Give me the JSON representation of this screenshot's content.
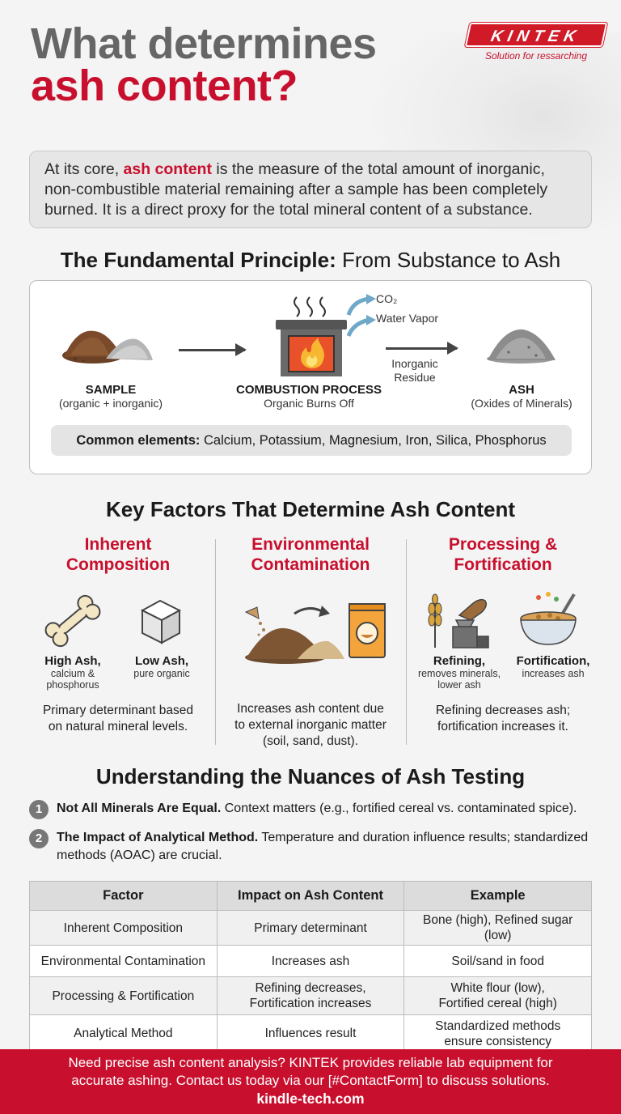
{
  "header": {
    "title_line1": "What determines",
    "title_line2": "ash content?",
    "logo_text": "KINTEK",
    "logo_tagline": "Solution for ressarching"
  },
  "intro": {
    "before": "At its core, ",
    "highlight": "ash content",
    "after": " is the measure of the total amount of inorganic, non-combustible material remaining after a sample has been completely burned. It is a direct proxy for the total mineral content of a substance."
  },
  "principle": {
    "heading_bold": "The Fundamental Principle:",
    "heading_light": " From Substance to Ash",
    "sample_title": "SAMPLE",
    "sample_sub": "(organic + inorganic)",
    "combustion_title": "COMBUSTION PROCESS",
    "combustion_sub": "Organic Burns Off",
    "co2_label": "CO₂",
    "vapor_label": "Water Vapor",
    "residue_label_1": "Inorganic",
    "residue_label_2": "Residue",
    "ash_title": "ASH",
    "ash_sub": "(Oxides of Minerals)",
    "elements_label": "Common elements:",
    "elements_list": " Calcium, Potassium, Magnesium, Iron, Silica, Phosphorus"
  },
  "factors": {
    "heading": "Key Factors That Determine Ash Content",
    "inherent": {
      "title_1": "Inherent",
      "title_2": "Composition",
      "high_title": "High Ash,",
      "high_sub_1": "calcium &",
      "high_sub_2": "phosphorus",
      "low_title": "Low Ash,",
      "low_sub": "pure organic",
      "desc_1": "Primary determinant based",
      "desc_2": "on natural mineral levels."
    },
    "environmental": {
      "title_1": "Environmental",
      "title_2": "Contamination",
      "desc_1": "Increases ash content due",
      "desc_2": "to external inorganic matter",
      "desc_3": "(soil, sand, dust)."
    },
    "processing": {
      "title_1": "Processing &",
      "title_2": "Fortification",
      "refining_title": "Refining,",
      "refining_sub_1": "removes minerals,",
      "refining_sub_2": "lower ash",
      "fort_title": "Fortification,",
      "fort_sub": "increases ash",
      "desc_1": "Refining decreases ash;",
      "desc_2": "fortification increases it."
    }
  },
  "nuances": {
    "heading": "Understanding the Nuances of Ash Testing",
    "items": [
      {
        "num": "1",
        "bold": "Not All Minerals Are Equal.",
        "text": " Context matters (e.g., fortified cereal vs. contaminated spice)."
      },
      {
        "num": "2",
        "bold": "The Impact of Analytical Method.",
        "text": " Temperature and duration influence results; standardized methods (AOAC) are crucial."
      }
    ]
  },
  "table": {
    "headers": [
      "Factor",
      "Impact on Ash Content",
      "Example"
    ],
    "rows": [
      [
        "Inherent Composition",
        "Primary determinant",
        "Bone (high), Refined sugar (low)"
      ],
      [
        "Environmental Contamination",
        "Increases ash",
        "Soil/sand in food"
      ],
      [
        "Processing & Fortification",
        "Refining decreases,\nFortification increases",
        "White flour (low),\nFortified cereal (high)"
      ],
      [
        "Analytical Method",
        "Influences result",
        "Standardized methods\nensure consistency"
      ]
    ]
  },
  "footer": {
    "line1": "Need precise ash content analysis? KINTEK provides reliable lab equipment for",
    "line2": "accurate ashing. Contact us today via our [#ContactForm] to discuss solutions.",
    "url": "kindle-tech.com"
  },
  "colors": {
    "accent_red": "#c8102e",
    "title_gray": "#666666"
  }
}
